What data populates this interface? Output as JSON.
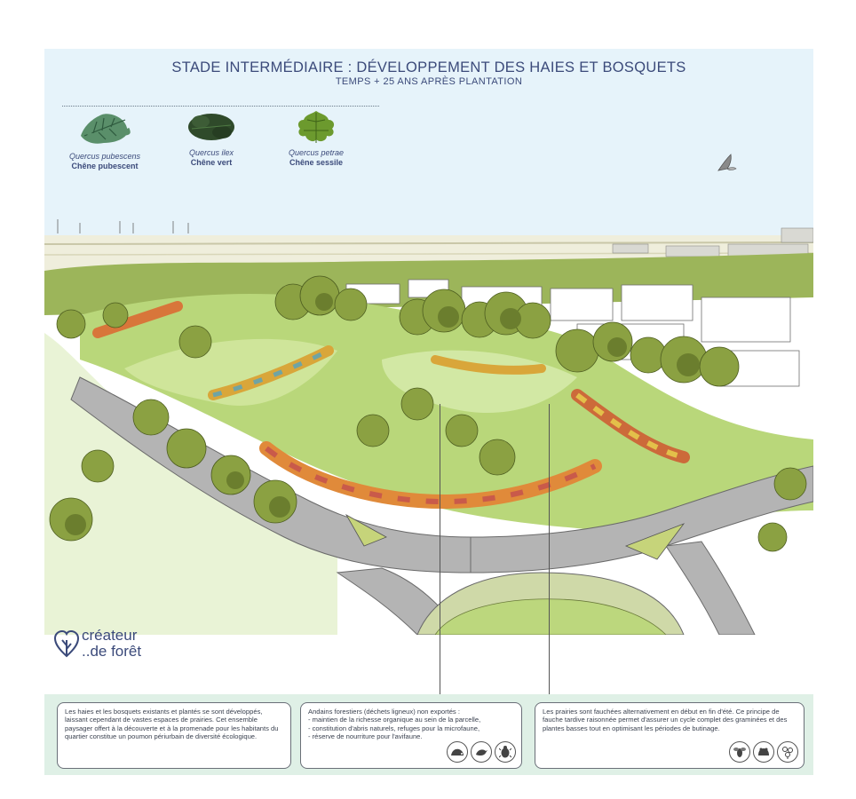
{
  "header": {
    "title": "STADE INTERMÉDIAIRE : DÉVELOPPEMENT DES HAIES ET BOSQUETS",
    "subtitle": "TEMPS + 25 ANS APRÈS PLANTATION"
  },
  "species": [
    {
      "latin": "Quercus pubescens",
      "common": "Chêne pubescent",
      "icon": "oak-leaf-pubescent-icon",
      "color": "#5a8f6a"
    },
    {
      "latin": "Quercus ilex",
      "common": "Chêne vert",
      "icon": "holm-oak-leaf-icon",
      "color": "#2f4a2a"
    },
    {
      "latin": "Quercus petrae",
      "common": "Chêne sessile",
      "icon": "sessile-oak-leaf-icon",
      "color": "#6c9a2e"
    }
  ],
  "logo": {
    "line1": "créateur",
    "line2": "..de forêt",
    "icon": "tree-heart-logo-icon",
    "color": "#3b4a7a"
  },
  "cards": [
    {
      "text": "Les haies et les bosquets existants et plantés se sont développés, laissant cependant de vastes espaces de prairies. Cet ensemble paysager offert à la découverte et à la promenade pour les habitants du quartier constitue un poumon périurbain de diversité écologique.",
      "icons": []
    },
    {
      "text": "Andains forestiers (déchets ligneux) non exportés :\n- maintien de la richesse organique au sein de la parcelle,\n- constitution d'abris naturels, refuges pour la microfaune,\n- réserve de nourriture pour l'avifaune.",
      "icons": [
        "hedgehog-icon",
        "bird-icon",
        "beetle-icon"
      ]
    },
    {
      "text": "Les prairies sont fauchées alternativement en début en fin d'été. Ce principe de fauche tardive raisonnée permet d'assurer un cycle complet des graminées et des plantes basses tout en optimisant les périodes de butinage.",
      "icons": [
        "bee-icon",
        "frog-icon",
        "flower-icon"
      ]
    }
  ],
  "colors": {
    "sky": "#e6f3fa",
    "title": "#3b4a7a",
    "footer_band": "#dff0e6",
    "meadow": "#b9d77a",
    "road": "#b4b4b4"
  }
}
